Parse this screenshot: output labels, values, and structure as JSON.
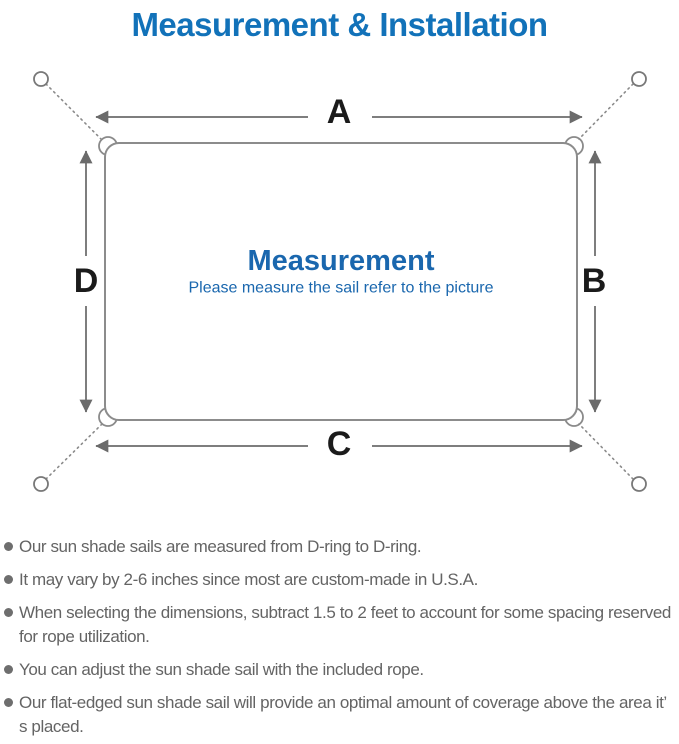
{
  "title": "Measurement & Installation",
  "colors": {
    "accent_blue": "#1272b9",
    "center_blue": "#1a67ae",
    "text_gray": "#646464",
    "line_gray": "#7e7e7e",
    "label_black": "#1b1b1b"
  },
  "diagram": {
    "labels": {
      "a": "A",
      "b": "B",
      "c": "C",
      "d": "D"
    },
    "center_title": "Measurement",
    "center_subtitle": "Please measure the sail refer to the picture",
    "icons": {
      "anchor_rings": "anchor-ring-icon",
      "corner_d_rings": "d-ring-icon",
      "ropes": "dashed-rope-line",
      "arrows": "dimension-arrow"
    }
  },
  "notes": [
    "Our sun shade sails are measured from D-ring to D-ring.",
    "It may vary by 2-6 inches since most are custom-made in U.S.A.",
    "When selecting the dimensions, subtract 1.5 to 2 feet to account for some spacing reserved for rope utilization.",
    "You can adjust the sun shade sail with the included rope.",
    "Our flat-edged sun shade sail will provide an optimal amount of coverage above the area it’ s placed."
  ]
}
